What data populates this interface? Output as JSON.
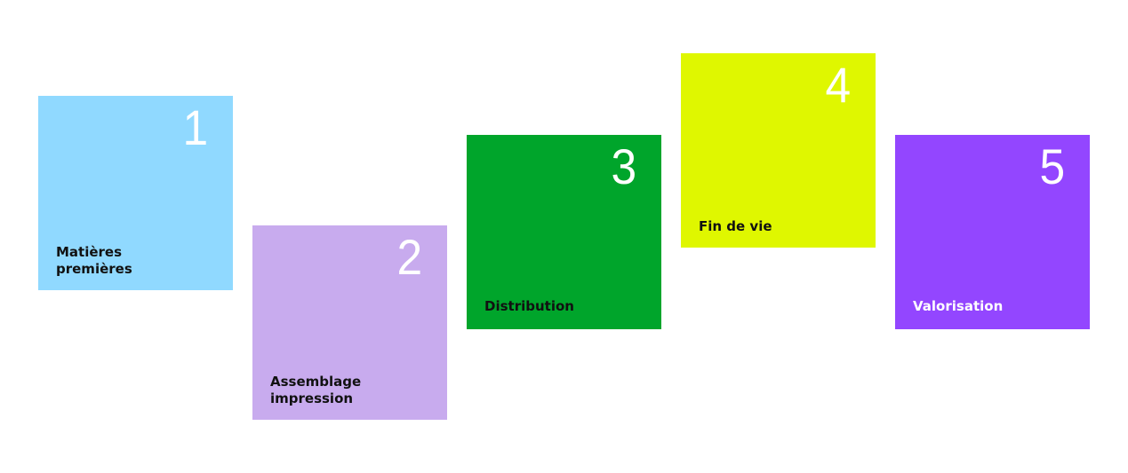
{
  "steps": [
    {
      "number": "1",
      "label_lines": [
        "Matières",
        "premières"
      ],
      "color": "#90D9FF",
      "text_color": "#111111"
    },
    {
      "number": "2",
      "label_lines": [
        "Assemblage",
        "impression"
      ],
      "color": "#C8ABEE",
      "text_color": "#111111"
    },
    {
      "number": "3",
      "label_lines": [
        "Distribution"
      ],
      "color": "#00A52B",
      "text_color": "#111111"
    },
    {
      "number": "4",
      "label_lines": [
        "Fin de vie"
      ],
      "color": "#DFF700",
      "text_color": "#111111"
    },
    {
      "number": "5",
      "label_lines": [
        "Valorisation"
      ],
      "color": "#9346FF",
      "text_color": "#FFFFFF"
    }
  ]
}
